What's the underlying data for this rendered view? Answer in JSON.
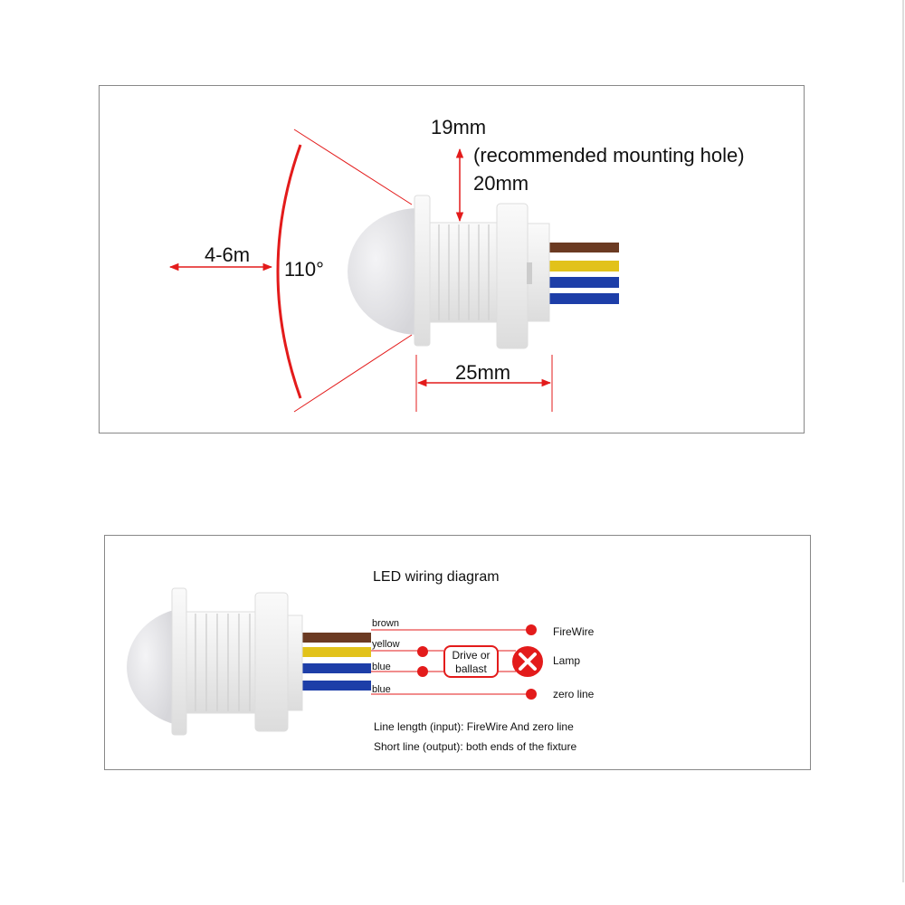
{
  "top_panel": {
    "range_label": "4-6m",
    "angle_label": "110°",
    "hole_size_label": "19mm",
    "hole_note": "(recommended mounting hole)",
    "hole_size_label_2": "20mm",
    "length_label": "25mm"
  },
  "bottom_panel": {
    "title": "LED wiring diagram",
    "wires": [
      {
        "color_name": "brown",
        "hex": "#6b3a22"
      },
      {
        "color_name": "yellow",
        "hex": "#e2c21a"
      },
      {
        "color_name": "blue",
        "hex": "#1d3ea8"
      },
      {
        "color_name": "blue",
        "hex": "#1d3ea8"
      }
    ],
    "driver_label_1": "Drive or",
    "driver_label_2": "ballast",
    "terminals": [
      "FireWire",
      "Lamp",
      "zero line"
    ],
    "note_1": "Line length (input): FireWire And zero line",
    "note_2": "Short line (output): both ends of the fixture"
  },
  "colors": {
    "accent": "#e31b1b"
  }
}
